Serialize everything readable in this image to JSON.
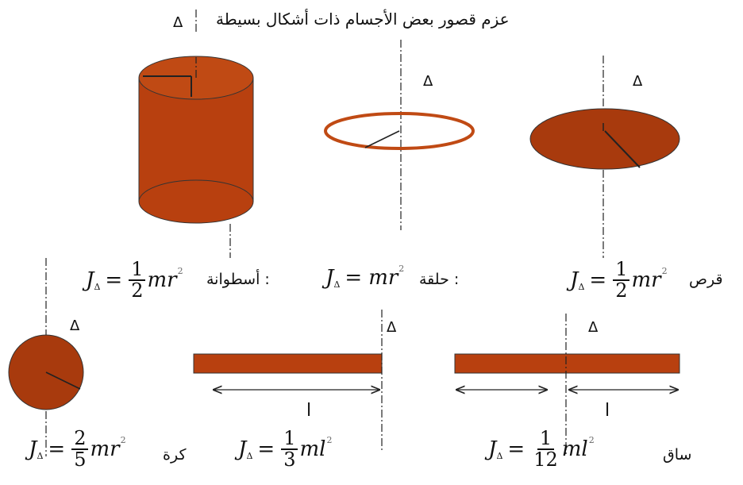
{
  "title": "عزم قصور بعض الأجسام ذات أشكال بسيطة",
  "axis_symbol": "Δ",
  "colors": {
    "body": "#b8400f",
    "body_dark": "#7a2508",
    "outline": "#222222"
  },
  "shapes": [
    {
      "name": "cylinder",
      "label": "أسطوانة :",
      "numerator": "1",
      "denominator": "2",
      "tail": "mr"
    },
    {
      "name": "ring",
      "label": "حلقة :",
      "tail": "mr"
    },
    {
      "name": "disc",
      "label": "قرص",
      "numerator": "1",
      "denominator": "2",
      "tail": "mr"
    },
    {
      "name": "sphere",
      "label": "كرة",
      "numerator": "2",
      "denominator": "5",
      "tail": "mr"
    },
    {
      "name": "rod-end",
      "numerator": "1",
      "denominator": "3",
      "tail": "ml",
      "length": "l"
    },
    {
      "name": "rod-center",
      "label": "ساق",
      "numerator": "1",
      "denominator": "12",
      "tail": "ml",
      "length": "l"
    }
  ],
  "formula_j": "J",
  "formula_eq": "=",
  "power": "2"
}
